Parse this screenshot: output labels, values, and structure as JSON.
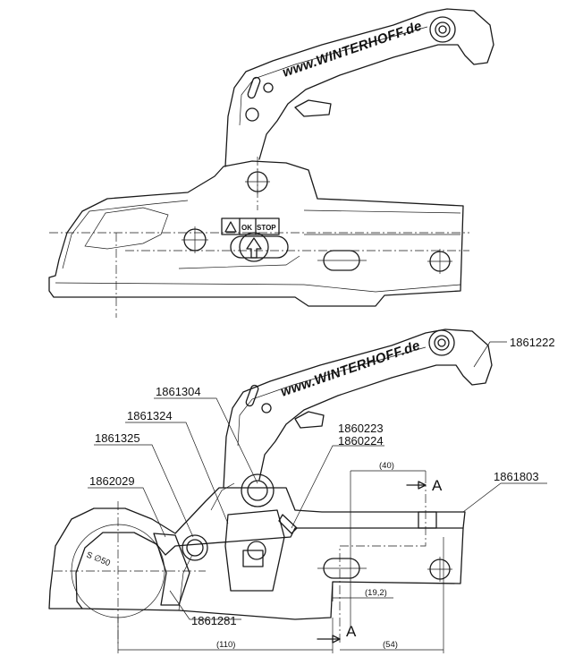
{
  "top_view": {
    "brand_text": "www.WINTERHOFF.de",
    "indicator": {
      "ok_label": "OK",
      "stop_label": "STOP"
    }
  },
  "bottom_view": {
    "brand_text": "www.WINTERHOFF.de",
    "part_numbers": {
      "p1861222": "1861222",
      "p1861304": "1861304",
      "p1861324": "1861324",
      "p1860223": "1860223",
      "p1860224": "1860224",
      "p1861325": "1861325",
      "p1862029": "1862029",
      "p1861803": "1861803",
      "p1861281": "1861281"
    },
    "dimensions": {
      "d40": "(40)",
      "d19_2": "(19,2)",
      "d110": "(110)",
      "d54": "(54)",
      "ball": "S ∅50"
    },
    "section_marks": {
      "top": "A",
      "bottom": "A"
    }
  }
}
